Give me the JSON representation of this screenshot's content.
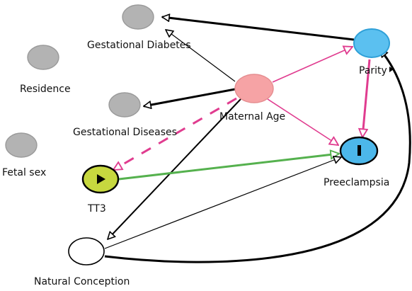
{
  "nodes": {
    "gestational_diabetes": {
      "label": "Gestational Diabetes",
      "color": "#b3b3b3"
    },
    "residence": {
      "label": "Residence",
      "color": "#b3b3b3"
    },
    "gestational_diseases": {
      "label": "Gestational Diseases",
      "color": "#b3b3b3"
    },
    "fetal_sex": {
      "label": "Fetal sex",
      "color": "#b3b3b3"
    },
    "maternal_age": {
      "label": "Maternal Age",
      "color": "#f6a3a5"
    },
    "parity": {
      "label": "Parity",
      "color": "#5bc0f0"
    },
    "preeclampsia": {
      "label": "Preeclampsia",
      "color": "#4cb7ea",
      "marker": "I"
    },
    "tt3": {
      "label": "TT3",
      "color": "#c7d83f",
      "marker": "▶"
    },
    "natural_conception": {
      "label": "Natural Conception",
      "color": "#ffffff"
    }
  },
  "colors": {
    "edge_black": "#000000",
    "edge_pink": "#e03c8f",
    "edge_green": "#55b14e"
  }
}
